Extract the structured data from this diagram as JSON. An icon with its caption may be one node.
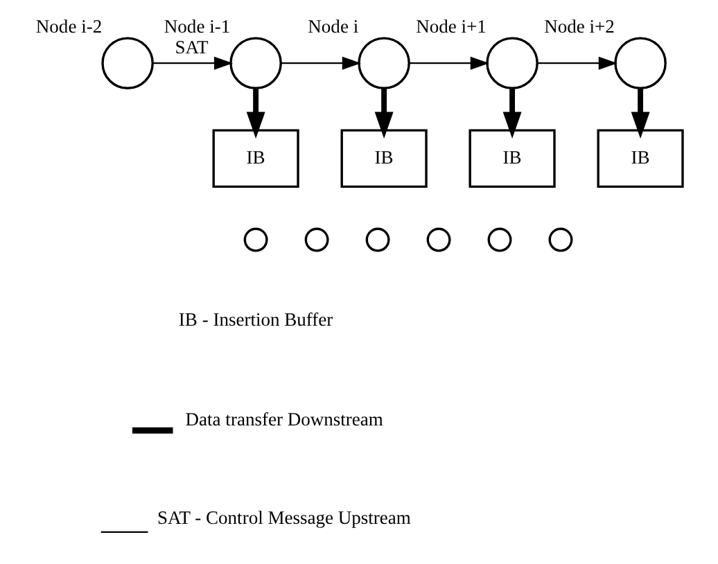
{
  "diagram": {
    "nodes": [
      {
        "text": [],
        "shape": "circle",
        "beside": [
          "Node i-2"
        ]
      },
      {
        "text": [
          "IB"
        ]
      },
      {
        "text": [],
        "shape": "circle",
        "beside": [
          "Node i-1"
        ]
      },
      {
        "text": [
          "IB"
        ]
      },
      {
        "text": [],
        "shape": "circle",
        "beside": [
          "Node i"
        ]
      },
      {
        "text": [
          "IB"
        ]
      },
      {
        "text": [],
        "shape": "circle",
        "beside": [
          "Node i+1"
        ]
      },
      {
        "text": [
          "IB"
        ]
      },
      {
        "text": [],
        "shape": "circle",
        "beside": [
          "Node i+2"
        ]
      },
      {
        "text": [],
        "shape": "circle"
      },
      {
        "text": [],
        "shape": "circle"
      },
      {
        "text": [],
        "shape": "circle"
      },
      {
        "text": [],
        "shape": "circle"
      },
      {
        "text": [],
        "shape": "circle"
      },
      {
        "text": [],
        "shape": "circle"
      }
    ],
    "edges": [
      {
        "from": 4,
        "to": 3,
        "arrow": "to",
        "style": "thick"
      },
      {
        "from": 2,
        "to": 1,
        "arrow": "to",
        "style": "thick"
      },
      {
        "from": 6,
        "to": 5,
        "arrow": "to",
        "style": "thick"
      },
      {
        "from": 8,
        "to": 7,
        "arrow": "to",
        "style": "thick"
      },
      {
        "from": 0,
        "to": 2,
        "arrow": "to",
        "label": "SAT"
      },
      {
        "from": 2,
        "to": 4,
        "arrow": "to"
      },
      {
        "from": 4,
        "to": 6,
        "arrow": "to"
      },
      {
        "from": 6,
        "to": 8,
        "arrow": "to"
      }
    ],
    "labels": [
      "IB - Insertion Buffer"
    ],
    "legend": [
      {
        "text": "Data transfer Downstream"
      },
      {
        "text": "SAT - Control Message Upstream"
      }
    ]
  }
}
